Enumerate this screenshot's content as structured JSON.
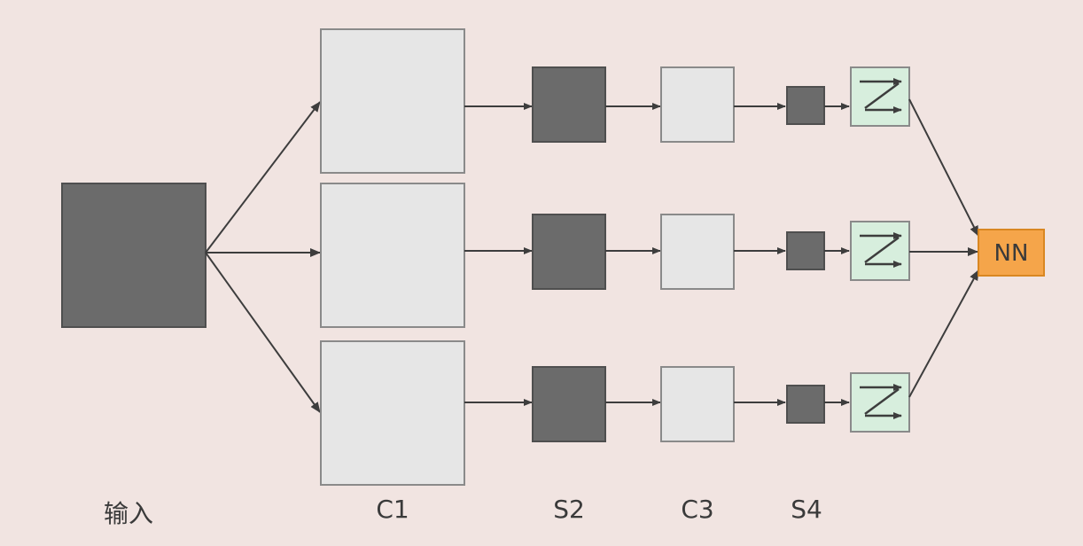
{
  "labels": {
    "input": "输入",
    "c1": "C1",
    "s2": "S2",
    "c3": "C3",
    "s4": "S4",
    "nn": "NN"
  },
  "colors": {
    "background": "#f1e4e1",
    "dark_map": "#6b6b6b",
    "light_map": "#e6e6e6",
    "fc_block": "#d7eedd",
    "nn_block": "#f5a54a",
    "line": "#3d3d3d"
  },
  "icons": {
    "fc_block": "zigzag-arrow-icon"
  }
}
